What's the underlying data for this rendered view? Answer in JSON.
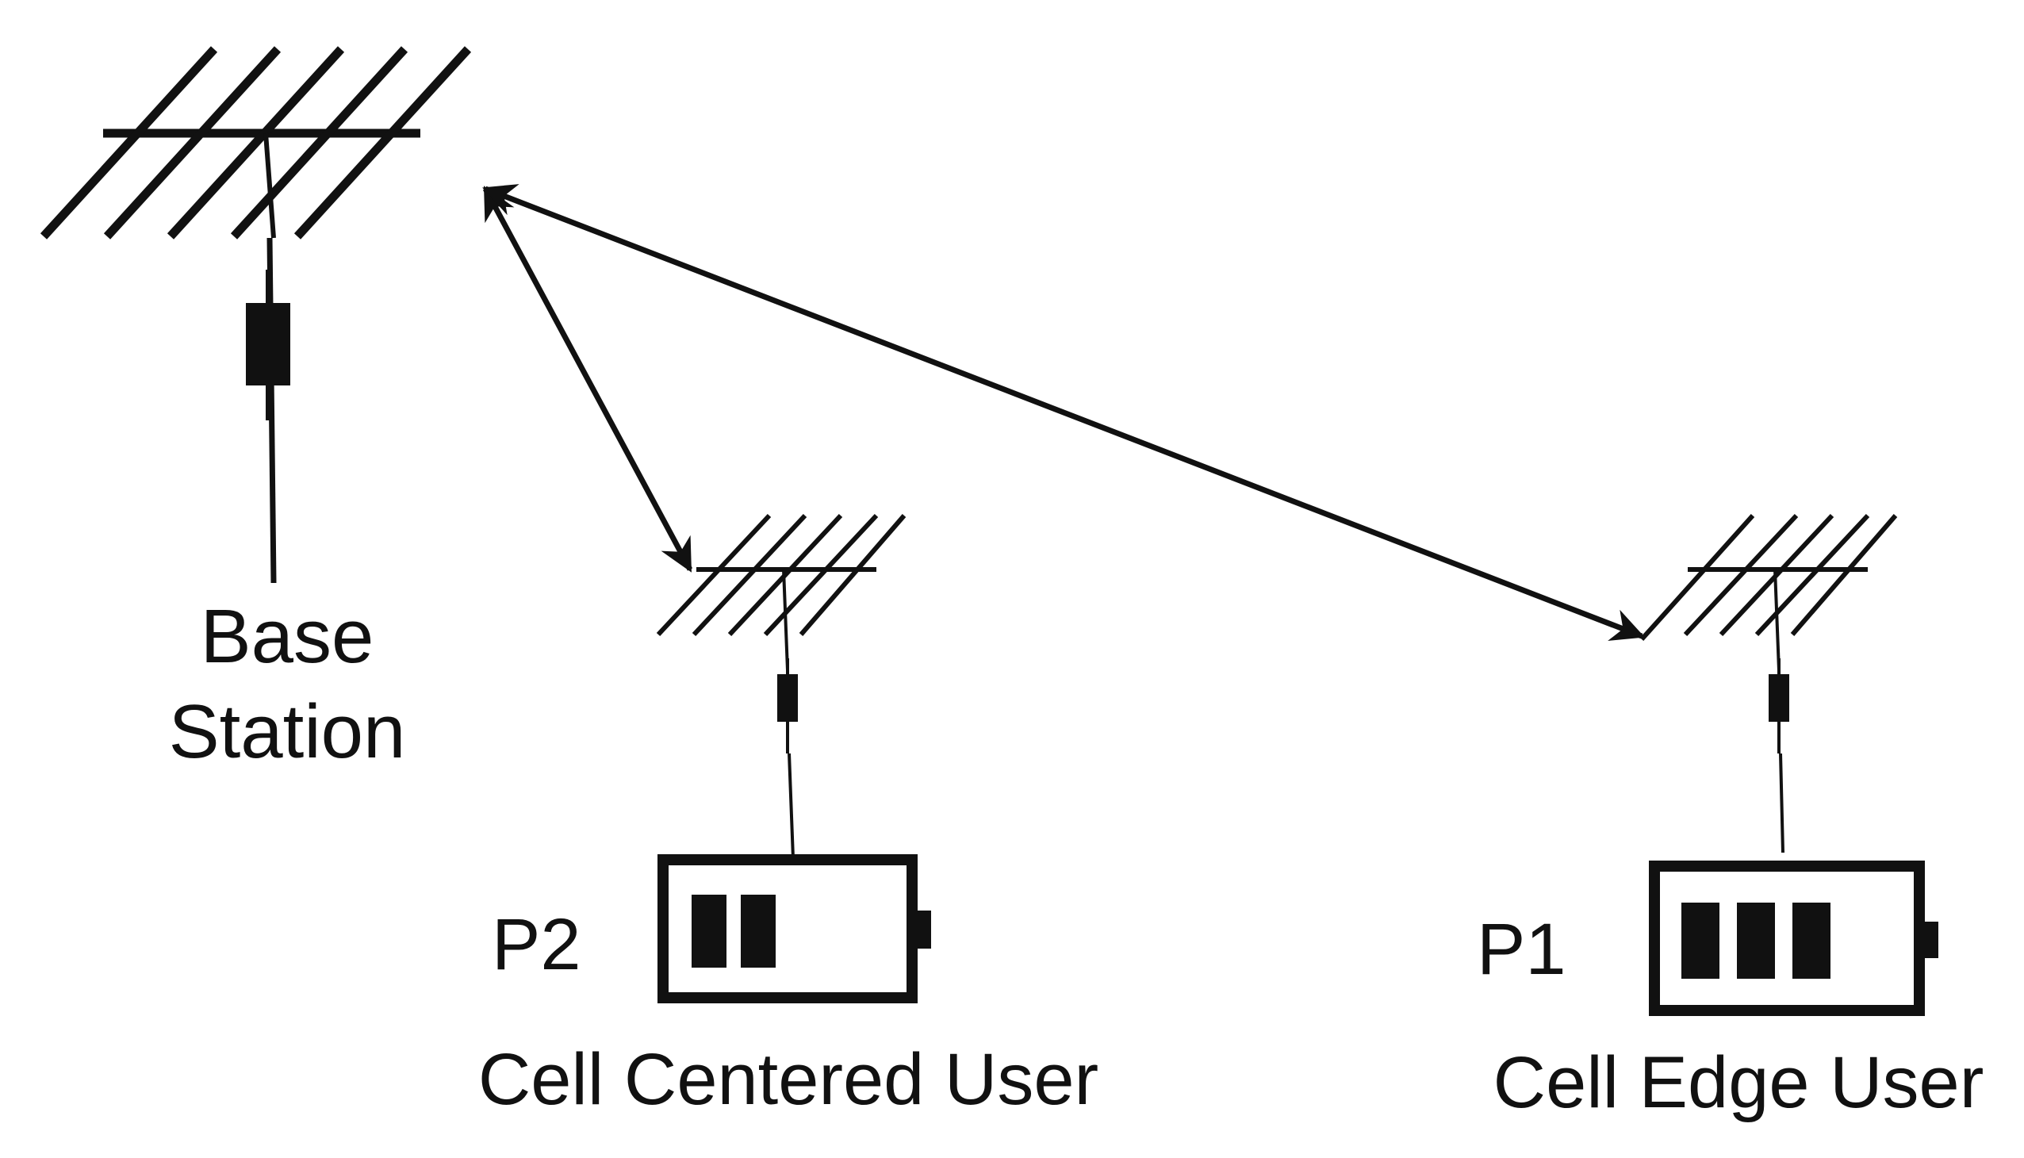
{
  "base_station": {
    "label_line1": "Base",
    "label_line2": "Station"
  },
  "cell_centered_user": {
    "power_label": "P2",
    "caption": "Cell Centered User",
    "battery_level_bars": 2,
    "battery_capacity_bars": 4
  },
  "cell_edge_user": {
    "power_label": "P1",
    "caption": "Cell Edge User",
    "battery_level_bars": 3,
    "battery_capacity_bars": 4
  },
  "links": [
    {
      "from": "base-station",
      "to": "cell-centered-user",
      "direction": "bidirectional"
    },
    {
      "from": "base-station",
      "to": "cell-edge-user",
      "direction": "bidirectional"
    }
  ],
  "colors": {
    "stroke": "#111111",
    "background": "#ffffff"
  }
}
